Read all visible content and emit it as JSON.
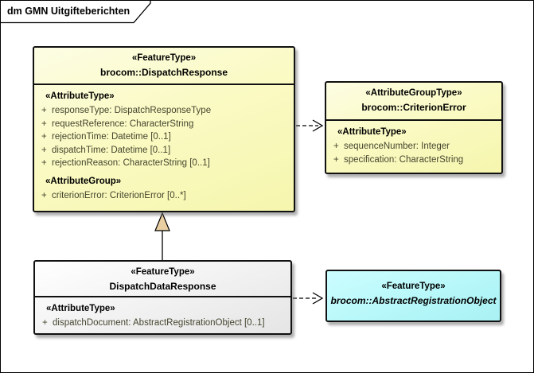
{
  "frame": {
    "title": "dm GMN Uitgifteberichten"
  },
  "classes": {
    "dispatch_response": {
      "stereotype": "«FeatureType»",
      "name": "brocom::DispatchResponse",
      "attribute_type_label": "«AttributeType»",
      "attributes": [
        "responseType: DispatchResponseType",
        "requestReference: CharacterString",
        "rejectionTime: Datetime [0..1]",
        "dispatchTime: Datetime [0..1]",
        "rejectionReason: CharacterString [0..1]"
      ],
      "attribute_group_label": "«AttributeGroup»",
      "group_attributes": [
        "criterionError: CriterionError [0..*]"
      ]
    },
    "criterion_error": {
      "stereotype": "«AttributeGroupType»",
      "name": "brocom::CriterionError",
      "attribute_type_label": "«AttributeType»",
      "attributes": [
        "sequenceNumber: Integer",
        "specification: CharacterString"
      ]
    },
    "dispatch_data_response": {
      "stereotype": "«FeatureType»",
      "name": "DispatchDataResponse",
      "attribute_type_label": "«AttributeType»",
      "attributes": [
        "dispatchDocument: AbstractRegistrationObject [0..1]"
      ]
    },
    "abstract_registration_object": {
      "stereotype": "«FeatureType»",
      "name": "brocom::AbstractRegistrationObject"
    }
  },
  "visibility_prefix": "+",
  "colors": {
    "class_yellow": "#f9f9bc",
    "class_gray": "#ececec",
    "class_cyan": "#b5f7f9",
    "generalization_triangle": "#e9cfa1",
    "attribute_text": "#45452f",
    "border": "#111111"
  }
}
